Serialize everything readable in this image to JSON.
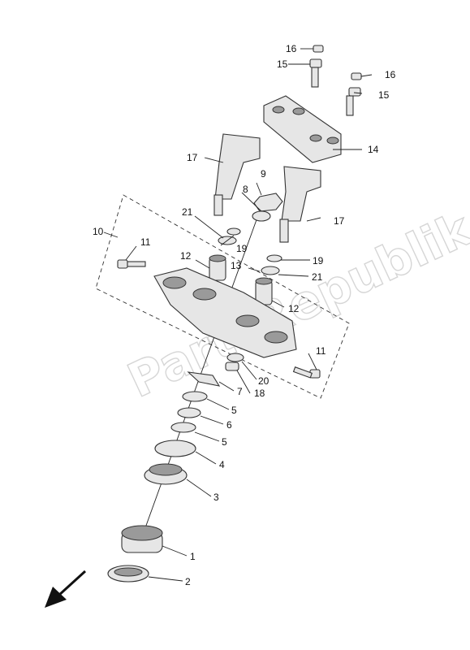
{
  "watermark": "PartsRepublik",
  "callouts": [
    {
      "id": "c16a",
      "text": "16"
    },
    {
      "id": "c15a",
      "text": "15"
    },
    {
      "id": "c16b",
      "text": "16"
    },
    {
      "id": "c15b",
      "text": "15"
    },
    {
      "id": "c14",
      "text": "14"
    },
    {
      "id": "c17a",
      "text": "17"
    },
    {
      "id": "c9",
      "text": "9"
    },
    {
      "id": "c8",
      "text": "8"
    },
    {
      "id": "c21a",
      "text": "21"
    },
    {
      "id": "c17b",
      "text": "17"
    },
    {
      "id": "c10",
      "text": "10"
    },
    {
      "id": "c19a",
      "text": "19"
    },
    {
      "id": "c11a",
      "text": "11"
    },
    {
      "id": "c12a",
      "text": "12"
    },
    {
      "id": "c19b",
      "text": "19"
    },
    {
      "id": "c13",
      "text": "13"
    },
    {
      "id": "c21b",
      "text": "21"
    },
    {
      "id": "c12b",
      "text": "12"
    },
    {
      "id": "c11b",
      "text": "11"
    },
    {
      "id": "c20",
      "text": "20"
    },
    {
      "id": "c7",
      "text": "7"
    },
    {
      "id": "c18",
      "text": "18"
    },
    {
      "id": "c5a",
      "text": "5"
    },
    {
      "id": "c6",
      "text": "6"
    },
    {
      "id": "c5b",
      "text": "5"
    },
    {
      "id": "c4",
      "text": "4"
    },
    {
      "id": "c3",
      "text": "3"
    },
    {
      "id": "c1",
      "text": "1"
    },
    {
      "id": "c2",
      "text": "2"
    }
  ]
}
